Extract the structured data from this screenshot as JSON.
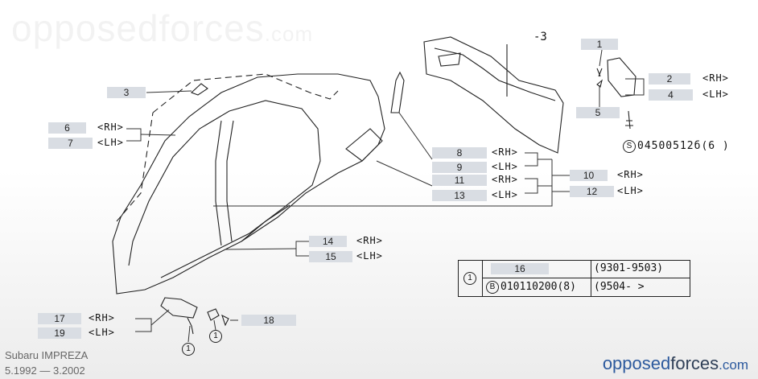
{
  "watermark": "opposedforces",
  "watermark_suffix": ".com",
  "brand": {
    "a": "opposed",
    "b": "forces",
    "c": ".com"
  },
  "caption": {
    "model": "Subaru IMPREZA",
    "period": "5.1992 — 3.2002"
  },
  "callouts": {
    "p1": "1",
    "p2": "2",
    "p3": "3",
    "p4": "4",
    "p5": "5",
    "p6": "6",
    "p7": "7",
    "p8": "8",
    "p9": "9",
    "p10": "10",
    "p11": "11",
    "p12": "12",
    "p13": "13",
    "p14": "14",
    "p15": "15",
    "p16": "16",
    "p17": "17",
    "p18": "18",
    "p19": "19"
  },
  "sides": {
    "rh": "<RH>",
    "lh": "<LH>"
  },
  "ref_minus3": "-3",
  "bolt_part": "04500512б(6 )",
  "bolt_symbol": "S",
  "table": {
    "symbol": "1",
    "row1_period": "(9301-9503)",
    "row2_symbol": "B",
    "row2_part": "010110200(8)",
    "row2_period": "(9504-     >"
  },
  "circle_marks": {
    "a": "1",
    "b": "1"
  }
}
